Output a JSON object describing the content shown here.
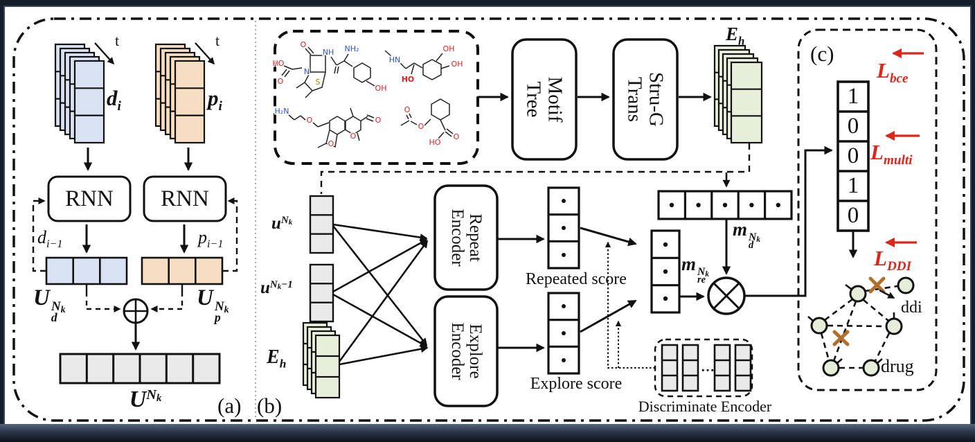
{
  "colors": {
    "frame_dark": "#161d2a",
    "frame_light": "#55637e",
    "canvas": "#ffffff",
    "ink": "#111111",
    "cell_blue": "#d9e2f3",
    "cell_orange": "#f7ddc2",
    "cell_green": "#e7efdb",
    "cell_gray": "#eaeaea",
    "loss_red": "#de241b",
    "cross_brown": "#b06f2d",
    "node_green": "#e4eed8",
    "atom_red": "#e01e1e",
    "atom_blue": "#3050c8",
    "atom_sulfur": "#a08900",
    "separator_gray": "#9aa0a6"
  },
  "panel_a": {
    "label": "(a)",
    "time_label": "t",
    "d_stack": {
      "base": "d",
      "sub": "i"
    },
    "p_stack": {
      "base": "p",
      "sub": "i"
    },
    "rnn_left": "RNN",
    "rnn_right": "RNN",
    "d_prev": {
      "base": "d",
      "sub": "i−1"
    },
    "p_prev": {
      "base": "p",
      "sub": "i−1"
    },
    "u_d": {
      "base": "U",
      "sup_base": "N",
      "sup_sub": "k",
      "sub": "d"
    },
    "u_p": {
      "base": "U",
      "sup_base": "N",
      "sup_sub": "k",
      "sub": "p"
    },
    "u_out": {
      "base": "U",
      "sup_base": "N",
      "sup_sub": "k"
    }
  },
  "panel_b": {
    "label": "(b)",
    "motif_tree": {
      "line1": "Motif",
      "line2": "Tree"
    },
    "stru_g_trans": {
      "line1": "Stru-G",
      "line2": "Trans"
    },
    "e_h_top": {
      "base": "E",
      "sub": "h"
    },
    "u_nk": {
      "base": "u",
      "sup_base": "N",
      "sup_sub": "k"
    },
    "u_nk_prev": {
      "base": "u",
      "sup_base": "N",
      "sup_sub": "k",
      "sup_tail": "−1"
    },
    "e_h_left": {
      "base": "E",
      "sub": "h"
    },
    "repeat_encoder": {
      "line1": "Repeat",
      "line2": "Encoder"
    },
    "explore_encoder": {
      "line1": "Explore",
      "line2": "Encoder"
    },
    "repeated_score_label": "Repeated score",
    "explore_score_label": "Explore score",
    "m_d": {
      "base": "m",
      "sub": "d",
      "sup_base": "N",
      "sup_sub": "k"
    },
    "m_re": {
      "base": "m",
      "sub": "re",
      "sup_base": "N",
      "sup_sub": "k"
    },
    "discriminate_label": "Discriminate Encoder",
    "ellipsis": "…",
    "score_dot": "·"
  },
  "panel_c": {
    "label": "(c)",
    "loss_bce": {
      "base": "L",
      "sub": "bce"
    },
    "loss_multi": {
      "base": "L",
      "sub": "multi"
    },
    "loss_ddi": {
      "base": "L",
      "sub": "DDI"
    },
    "vector": [
      "1",
      "0",
      "0",
      "1",
      "0"
    ],
    "ddi_label": "ddi",
    "drug_label": "drug"
  },
  "molecules": {
    "m1": [
      "O",
      "HO",
      "O",
      "N",
      "S",
      "NH",
      "NH₂",
      "OH"
    ],
    "m2": [
      "HN",
      "HO",
      "OH",
      "OH"
    ],
    "m3": [
      "H₂N",
      "O",
      "O",
      "O",
      "O"
    ],
    "m4": [
      "O",
      "O",
      "O",
      "HO"
    ]
  }
}
